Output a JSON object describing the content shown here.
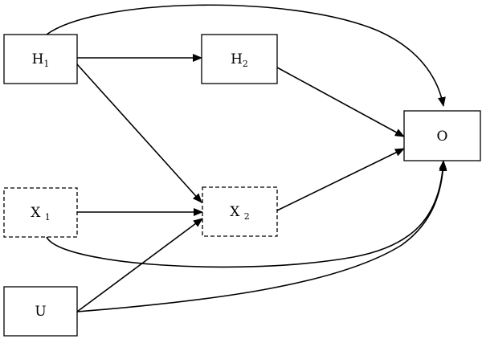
{
  "nodes": {
    "h1": {
      "label": "H",
      "sub": "1"
    },
    "h2": {
      "label": "H",
      "sub": "2"
    },
    "x1": {
      "label": "X ",
      "sub": "1"
    },
    "x2": {
      "label": "X ",
      "sub": "2"
    },
    "u": {
      "label": "U",
      "sub": ""
    },
    "o": {
      "label": "O",
      "sub": ""
    }
  },
  "colors": {
    "stroke": "#000000",
    "fill": "#ffffff"
  }
}
